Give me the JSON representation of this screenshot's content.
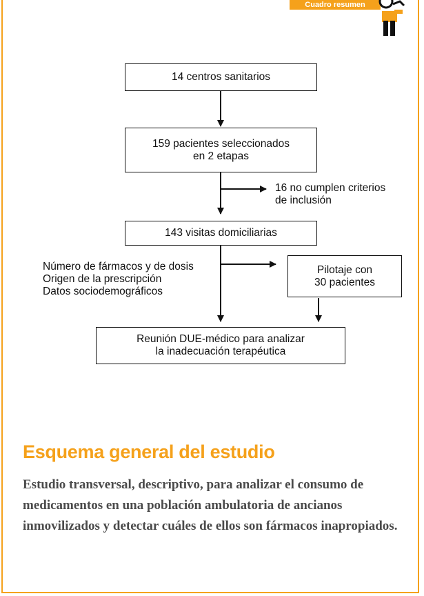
{
  "header": {
    "tab_label": "Cuadro resumen"
  },
  "flowchart": {
    "box_centros": "14 centros sanitarios",
    "box_pacientes": "159 pacientes seleccionados\nen 2 etapas",
    "side_exclusion": "16 no cumplen criterios\nde inclusión",
    "box_visitas": "143 visitas domiciliarias",
    "variables": "Número de fármacos y de dosis\nOrigen de la prescripción\nDatos sociodemográficos",
    "box_pilotaje": "Pilotaje con\n30 pacientes",
    "box_reunion": "Reunión DUE-médico para analizar\nla inadecuación terapéutica"
  },
  "section": {
    "title": "Esquema general del estudio",
    "summary": "Estudio transversal, descriptivo, para analizar el consumo de medicamentos en una población ambulatoria de ancianos inmovilizados y detectar cuáles de ellos son fármacos inapropiados."
  },
  "colors": {
    "accent": "#f5a11b",
    "text": "#111111",
    "summary_text": "#4a4a4a"
  }
}
